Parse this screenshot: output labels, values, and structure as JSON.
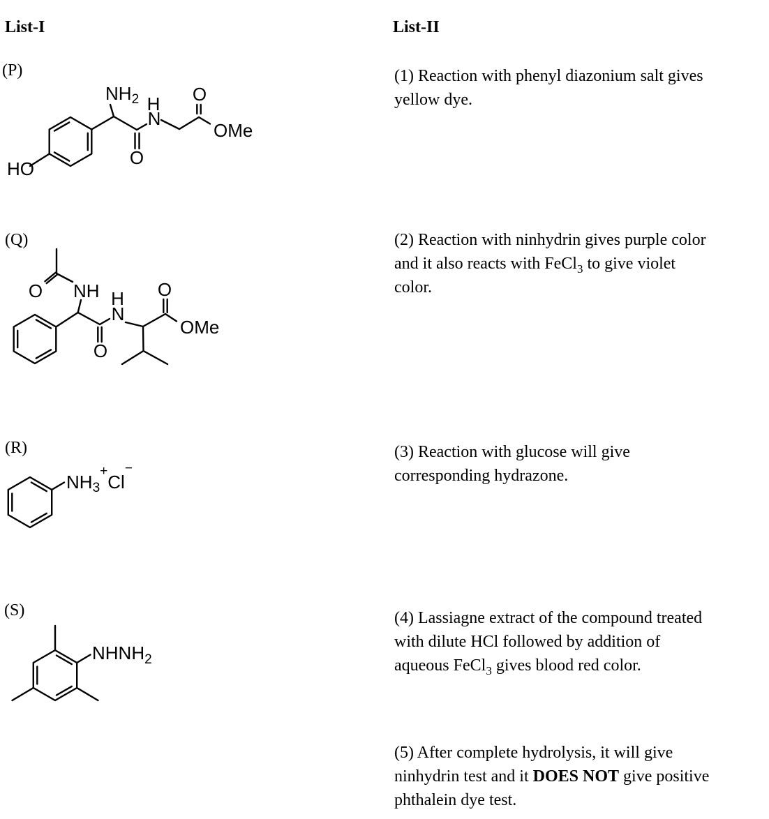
{
  "list1": {
    "header": "List-I",
    "entries": [
      {
        "label": "(P)",
        "atoms": {
          "amine_main": "NH",
          "amine_sub": "2",
          "amide_h": "H",
          "amide_n": "N",
          "amide_o": "O",
          "ester_o": "O",
          "ester_ome": "OMe",
          "hydroxyl": "HO"
        }
      },
      {
        "label": "(Q)",
        "atoms": {
          "acetyl_o": "O",
          "acetamido_nh": "NH",
          "amide_h": "H",
          "amide_n": "N",
          "amide_o": "O",
          "ester_o": "O",
          "ester_ome": "OMe"
        }
      },
      {
        "label": "(R)",
        "atoms": {
          "ammonium_main": "NH",
          "ammonium_sub": "3",
          "plus": "+",
          "chloride": "Cl",
          "minus": "−"
        }
      },
      {
        "label": "(S)",
        "atoms": {
          "hydrazine_main": "NHNH",
          "hydrazine_sub": "2"
        }
      }
    ]
  },
  "list2": {
    "header": "List-II",
    "items": [
      {
        "lines": [
          [
            {
              "t": "(1) Reaction with phenyl diazonium salt gives"
            }
          ],
          [
            {
              "t": "yellow dye."
            }
          ]
        ]
      },
      {
        "lines": [
          [
            {
              "t": "(2) Reaction with ninhydrin gives purple color"
            }
          ],
          [
            {
              "t": "and it also reacts with FeCl"
            },
            {
              "t": "3",
              "s": "sub"
            },
            {
              "t": " to give violet"
            }
          ],
          [
            {
              "t": "color."
            }
          ]
        ]
      },
      {
        "lines": [
          [
            {
              "t": "(3) Reaction with glucose will give"
            }
          ],
          [
            {
              "t": "corresponding hydrazone."
            }
          ]
        ]
      },
      {
        "lines": [
          [
            {
              "t": "(4) Lassiagne extract of the compound treated"
            }
          ],
          [
            {
              "t": "with dilute HCl followed by addition of"
            }
          ],
          [
            {
              "t": "aqueous FeCl"
            },
            {
              "t": "3",
              "s": "sub"
            },
            {
              "t": " gives blood red color."
            }
          ]
        ]
      },
      {
        "lines": [
          [
            {
              "t": "(5) After complete hydrolysis, it will give"
            }
          ],
          [
            {
              "t": "ninhydrin test and it "
            },
            {
              "t": "DOES NOT",
              "s": "bold"
            },
            {
              "t": " give positive"
            }
          ],
          [
            {
              "t": "phthalein dye test."
            }
          ]
        ]
      }
    ]
  }
}
